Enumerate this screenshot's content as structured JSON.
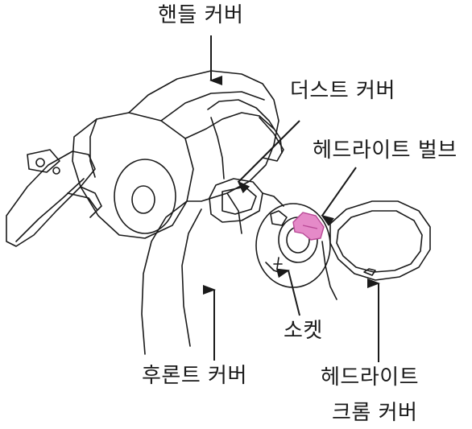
{
  "labels": {
    "handle_cover": "핸들 커버",
    "dust_cover": "더스트 커버",
    "headlight_bulb": "헤드라이트 벌브",
    "socket": "소켓",
    "front_cover": "후론트 커버",
    "headlight_chrome_cover_line1": "헤드라이트",
    "headlight_chrome_cover_line2": "크롬 커버"
  },
  "colors": {
    "line": "#1a1a1a",
    "bulb": "#e58ac8",
    "bulb_dark": "#b84a96"
  }
}
